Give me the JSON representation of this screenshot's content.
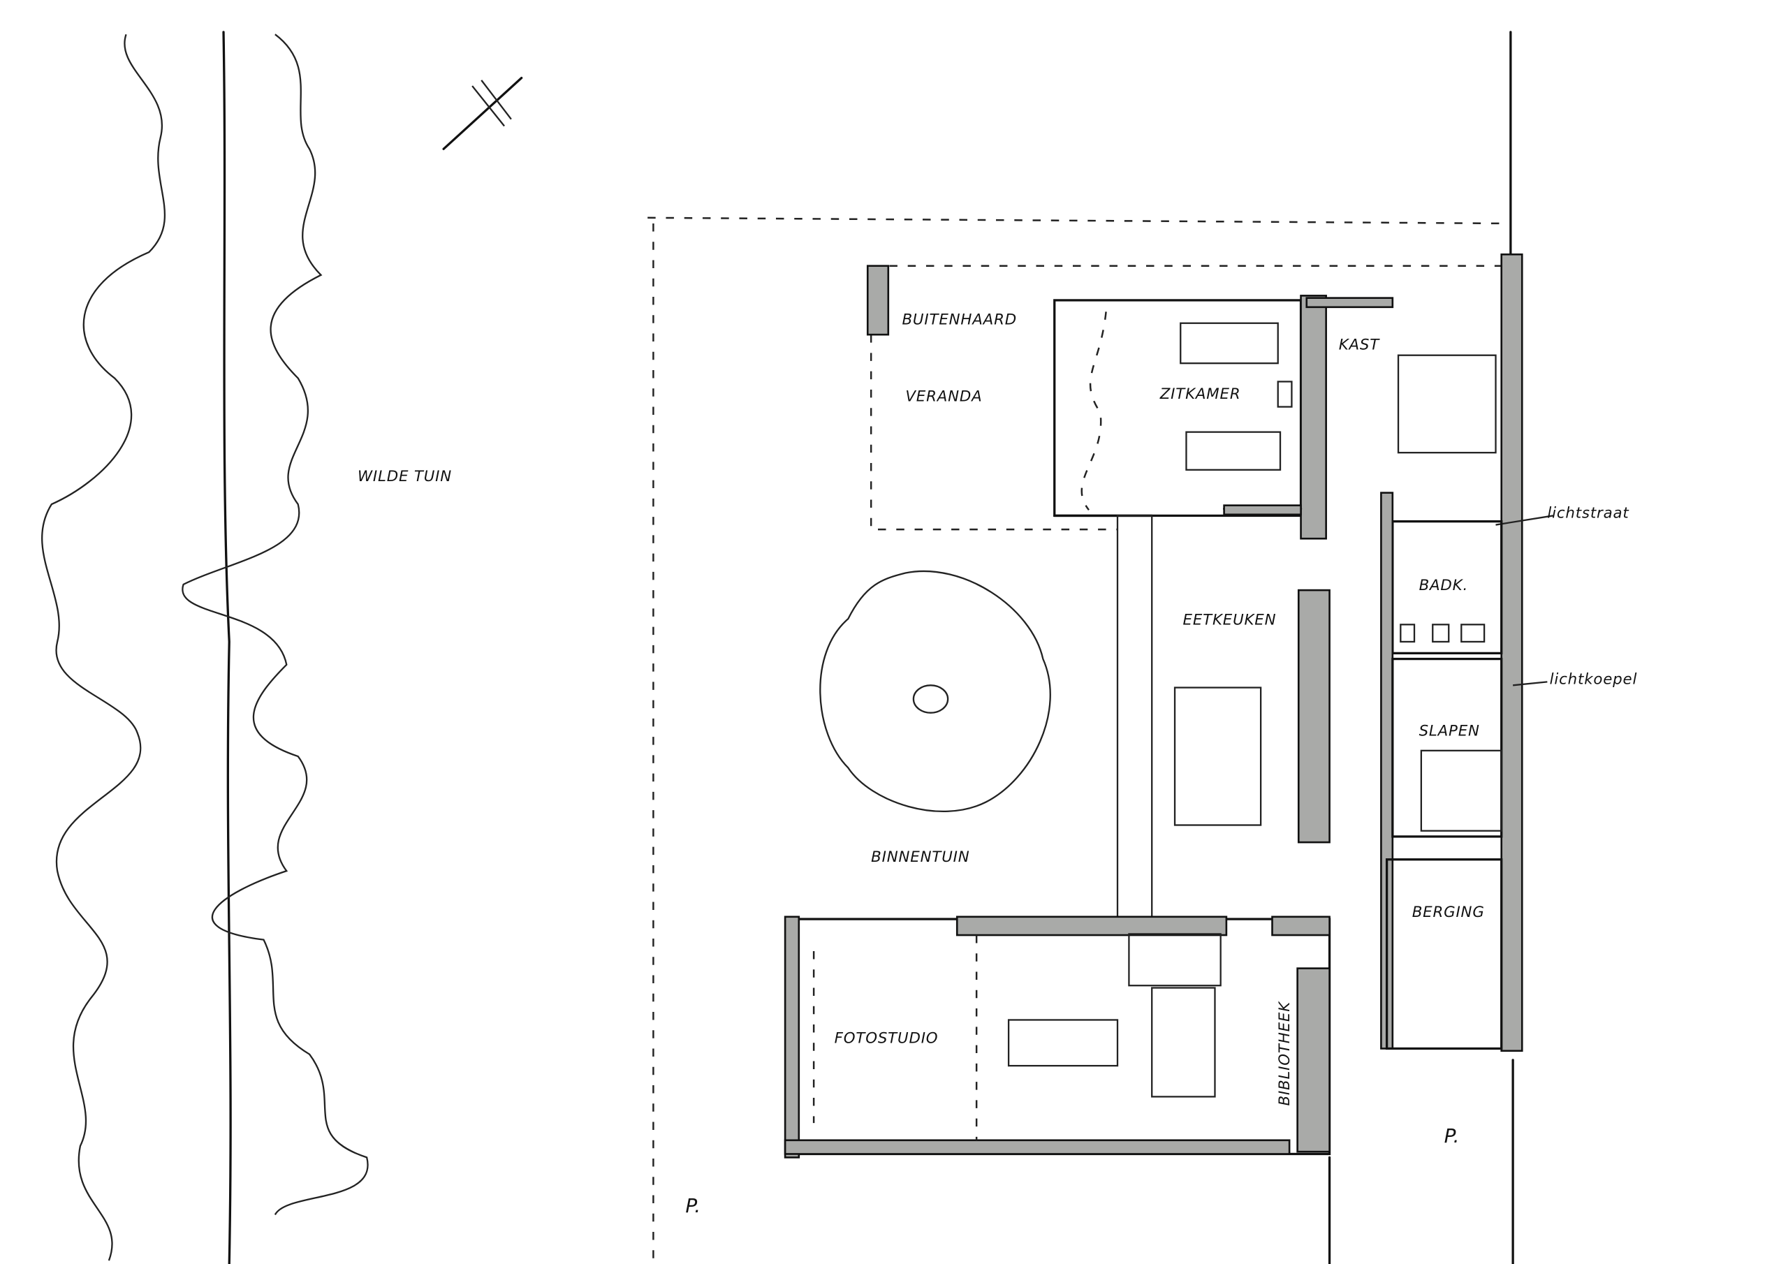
{
  "labels": {
    "wilde_tuin": "WILDE TUIN",
    "buitenhaard": "BUITENHAARD",
    "veranda": "VERANDA",
    "zitkamer": "ZITKAMER",
    "kast": "KAST",
    "lichtstraat": "lichtstraat",
    "badk": "BADK.",
    "eetkeuken": "EETKEUKEN",
    "lichtkoepel": "lichtkoepel",
    "slapen": "SLAPEN",
    "binnentuin": "BINNENTUIN",
    "berging": "BERGING",
    "fotostudio": "FOTOSTUDIO",
    "bibliotheek": "BIBLIOTHEEK",
    "parking_right": "P.",
    "parking_bottom": "P."
  },
  "colors": {
    "wall": "#a9aaa8",
    "ink": "#111111"
  }
}
